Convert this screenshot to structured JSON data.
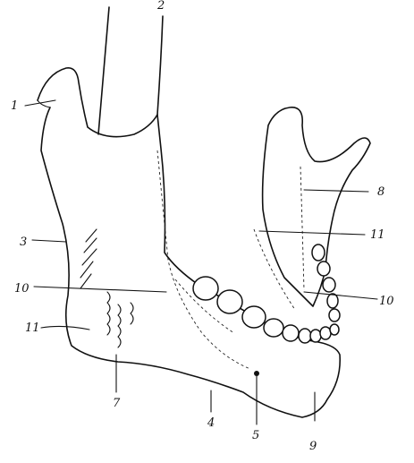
{
  "diagram": {
    "labels": {
      "top": "2",
      "condyle": "1",
      "ramus_left": "3",
      "line_left": "10",
      "body_left": "11",
      "bottom_7": "7",
      "bottom_4": "4",
      "bottom_5": "5",
      "bottom_9": "9",
      "right_8": "8",
      "right_11": "11",
      "right_10": "10"
    }
  }
}
